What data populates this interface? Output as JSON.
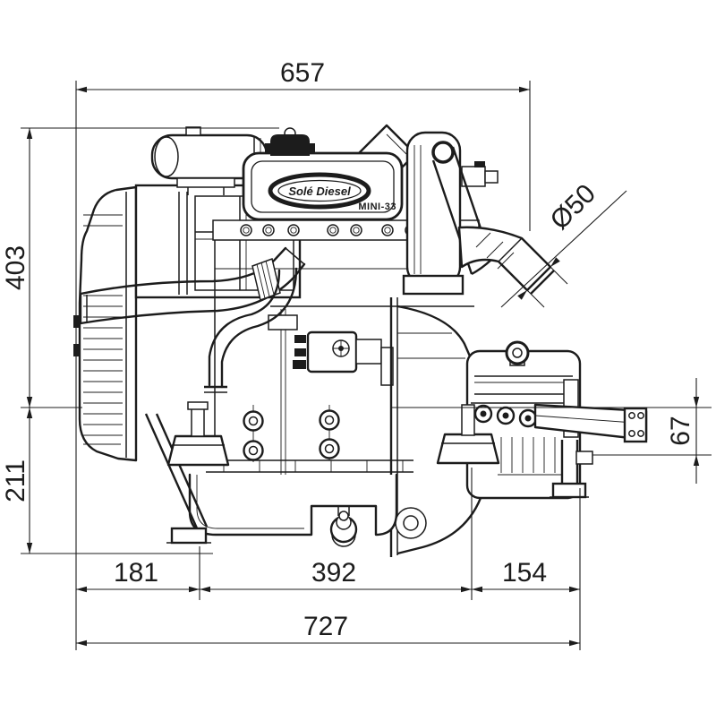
{
  "drawing": {
    "kind": "marine-diesel-engine side-view dimensional drawing",
    "brand_logo": "Solé Diesel",
    "model": "MINI-33",
    "units": "mm",
    "line_color": "#1c1c1c",
    "background": "#ffffff"
  },
  "dimensions": {
    "top_width": "657",
    "left_upper_height": "403",
    "left_lower_height": "211",
    "exhaust_outlet_diameter": "Ø50",
    "right_mount_drop": "67",
    "bottom_front": "181",
    "bottom_middle": "392",
    "bottom_rear": "154",
    "bottom_total": "727"
  }
}
